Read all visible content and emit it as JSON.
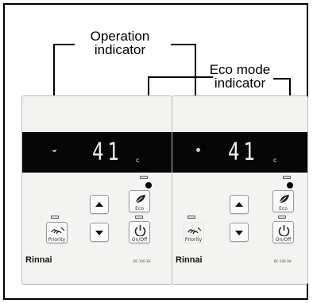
{
  "callouts": {
    "operation": [
      "Operation",
      "indicator"
    ],
    "eco": [
      "Eco mode",
      "indicator"
    ]
  },
  "controllers": [
    {
      "temperature": "41",
      "unit": "c",
      "buttons": {
        "up_icon": "up-arrow-icon",
        "down_icon": "down-arrow-icon",
        "eco_label": "Eco",
        "priority_label": "Priority",
        "onoff_label": "On/Off"
      },
      "brand": "Rinnai",
      "model": "BC-100-3H"
    },
    {
      "temperature": "41",
      "unit": "c",
      "buttons": {
        "up_icon": "up-arrow-icon",
        "down_icon": "down-arrow-icon",
        "eco_label": "Eco",
        "priority_label": "Priority",
        "onoff_label": "On/Off"
      },
      "brand": "Rinnai",
      "model": "BC-100-3H"
    }
  ],
  "colors": {
    "display": "#060606",
    "panel": "#f3f3f1",
    "callout_line": "#000000"
  }
}
